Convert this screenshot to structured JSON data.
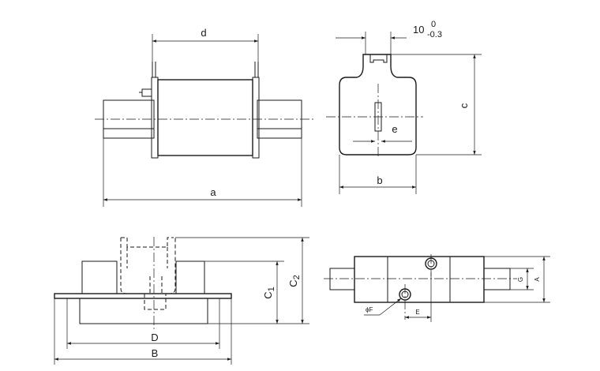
{
  "labels": {
    "a": "a",
    "b": "b",
    "c": "c",
    "d": "d",
    "e": "e",
    "tol_nominal": "10",
    "tol_upper": "0",
    "tol_lower": "-0.3",
    "C1_main": "C",
    "C1_sub": "1",
    "C2_main": "C",
    "C2_sub": "2",
    "D": "D",
    "B": "B",
    "G": "G",
    "A": "A",
    "F": "ϕF",
    "E": "E"
  }
}
